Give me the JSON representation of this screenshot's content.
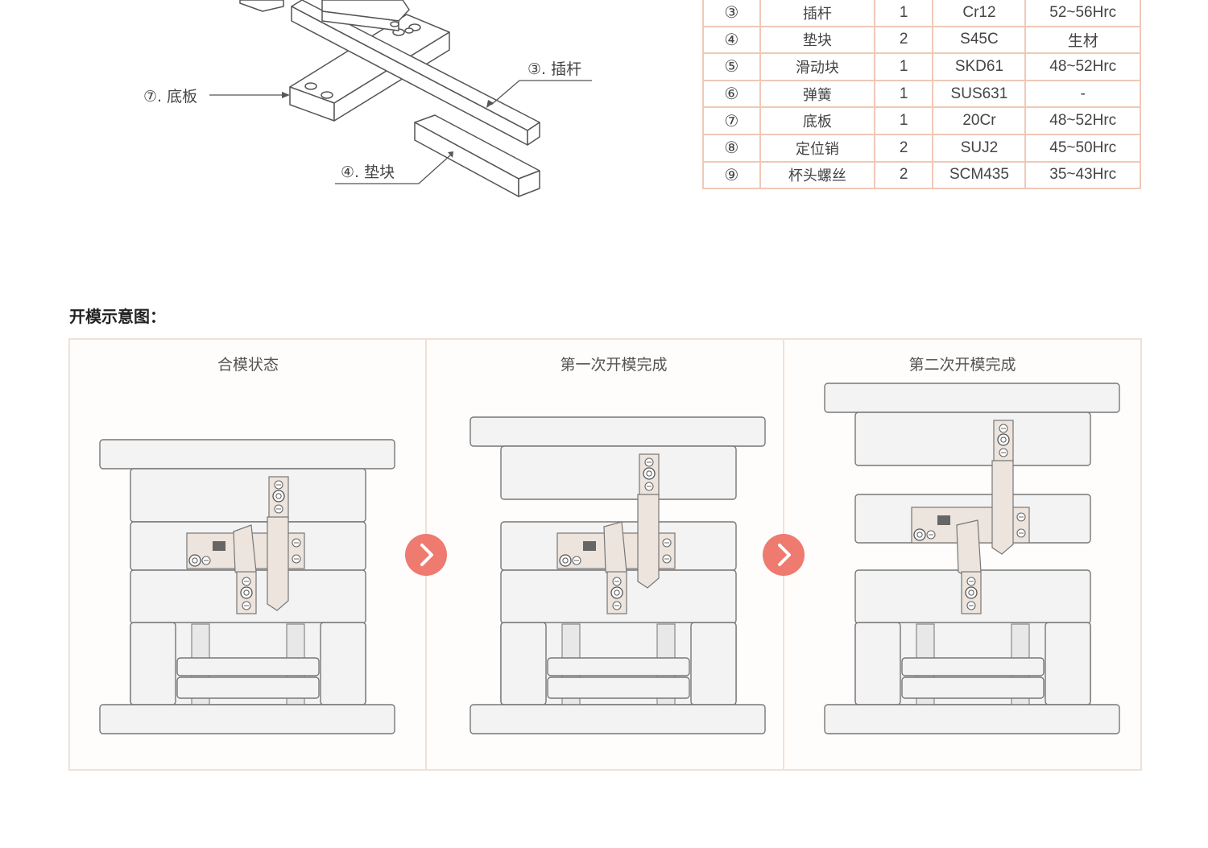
{
  "callouts": [
    {
      "id": "insert-rod",
      "text": "③. 插杆"
    },
    {
      "id": "bottom-plate",
      "text": "⑦. 底板"
    },
    {
      "id": "spacer-block",
      "text": "④. 垫块"
    }
  ],
  "parts_table": {
    "rows": [
      {
        "no": "③",
        "name": "插杆",
        "qty": "1",
        "material": "Cr12",
        "hardness": "52~56Hrc"
      },
      {
        "no": "④",
        "name": "垫块",
        "qty": "2",
        "material": "S45C",
        "hardness": "生材"
      },
      {
        "no": "⑤",
        "name": "滑动块",
        "qty": "1",
        "material": "SKD61",
        "hardness": "48~52Hrc"
      },
      {
        "no": "⑥",
        "name": "弹簧",
        "qty": "1",
        "material": "SUS631",
        "hardness": "-"
      },
      {
        "no": "⑦",
        "name": "底板",
        "qty": "1",
        "material": "20Cr",
        "hardness": "48~52Hrc"
      },
      {
        "no": "⑧",
        "name": "定位销",
        "qty": "2",
        "material": "SUJ2",
        "hardness": "45~50Hrc"
      },
      {
        "no": "⑨",
        "name": "杯头螺丝",
        "qty": "2",
        "material": "SCM435",
        "hardness": "35~43Hrc"
      }
    ]
  },
  "section_title": "开模示意图：",
  "panels": [
    {
      "label": "合模状态"
    },
    {
      "label": "第一次开模完成"
    },
    {
      "label": "第二次开模完成"
    }
  ],
  "colors": {
    "accent_arrow": "#ee7a70",
    "table_border": "#f0c8b8",
    "panel_border": "#f0e0d6",
    "plate_fill": "#f3f3f3",
    "plate_stroke": "#777777",
    "part_fill": "#ece4dd"
  },
  "icons": {
    "next_step": "chevron-right-icon"
  }
}
